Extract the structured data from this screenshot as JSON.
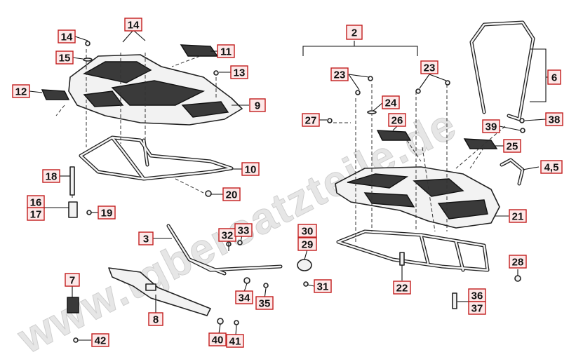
{
  "watermark": "www.tgbersatzteile.de",
  "labels": [
    {
      "id": "14a",
      "text": "14"
    },
    {
      "id": "14b",
      "text": "14"
    },
    {
      "id": "15",
      "text": "15"
    },
    {
      "id": "11",
      "text": "11"
    },
    {
      "id": "13",
      "text": "13"
    },
    {
      "id": "12",
      "text": "12"
    },
    {
      "id": "9",
      "text": "9"
    },
    {
      "id": "10",
      "text": "10"
    },
    {
      "id": "18",
      "text": "18"
    },
    {
      "id": "20",
      "text": "20"
    },
    {
      "id": "16",
      "text": "16"
    },
    {
      "id": "17",
      "text": "17"
    },
    {
      "id": "19",
      "text": "19"
    },
    {
      "id": "3",
      "text": "3"
    },
    {
      "id": "32",
      "text": "32"
    },
    {
      "id": "33",
      "text": "33"
    },
    {
      "id": "30",
      "text": "30"
    },
    {
      "id": "29",
      "text": "29"
    },
    {
      "id": "31",
      "text": "31"
    },
    {
      "id": "34",
      "text": "34"
    },
    {
      "id": "35",
      "text": "35"
    },
    {
      "id": "7",
      "text": "7"
    },
    {
      "id": "8",
      "text": "8"
    },
    {
      "id": "40",
      "text": "40"
    },
    {
      "id": "41",
      "text": "41"
    },
    {
      "id": "42",
      "text": "42"
    },
    {
      "id": "2",
      "text": "2"
    },
    {
      "id": "23a",
      "text": "23"
    },
    {
      "id": "23b",
      "text": "23"
    },
    {
      "id": "24",
      "text": "24"
    },
    {
      "id": "26",
      "text": "26"
    },
    {
      "id": "27",
      "text": "27"
    },
    {
      "id": "6",
      "text": "6"
    },
    {
      "id": "39",
      "text": "39"
    },
    {
      "id": "38",
      "text": "38"
    },
    {
      "id": "25",
      "text": "25"
    },
    {
      "id": "45",
      "text": "4,5"
    },
    {
      "id": "21",
      "text": "21"
    },
    {
      "id": "22",
      "text": "22"
    },
    {
      "id": "28",
      "text": "28"
    },
    {
      "id": "36",
      "text": "36"
    },
    {
      "id": "37",
      "text": "37"
    }
  ]
}
